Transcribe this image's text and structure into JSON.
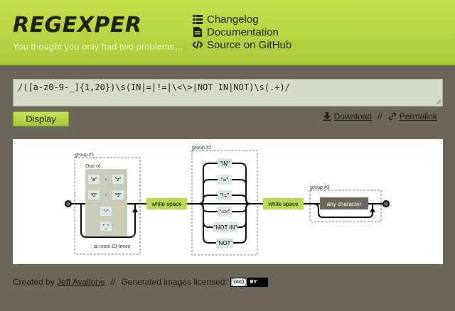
{
  "header": {
    "logo": "REGEXPER",
    "tagline": "You thought you only had two problems…",
    "nav": [
      {
        "label": "Changelog",
        "icon": "list-icon"
      },
      {
        "label": "Documentation",
        "icon": "document-icon"
      },
      {
        "label": "Source on GitHub",
        "icon": "code-icon"
      }
    ]
  },
  "regex": {
    "value": "/([a-z0-9-_]{1,20})\\s(IN|=|!=|\\<\\>|NOT IN|NOT)\\s(.+)/"
  },
  "toolbar": {
    "display_label": "Display",
    "download_label": "Download",
    "permalink_label": "Permalink",
    "separator": "//"
  },
  "diagram": {
    "group1": {
      "label": "group #1",
      "one_of_label": "One of:",
      "ranges": [
        {
          "from": "\"a\"",
          "to": "\"z\""
        },
        {
          "from": "\"0\"",
          "to": "\"9\""
        }
      ],
      "dash_char": "\"-\"",
      "underscore_char": "\"_\"",
      "range_sep": "-",
      "repeat_label": "at most 19 times"
    },
    "whitespace_label": "white space",
    "group2": {
      "label": "group #2",
      "options": [
        "\"IN\"",
        "\"=\"",
        "\"!=\"",
        "\"<>\"",
        "\"NOT IN\"",
        "\"NOT\""
      ]
    },
    "group3": {
      "label": "group #3",
      "any_char_label": "any character"
    }
  },
  "footer": {
    "created_by": "Created by",
    "author": "Jeff Avallone",
    "separator": "//",
    "license_text": "Generated images licensed:",
    "badge_cc": "(cc)",
    "badge_by": "BY"
  },
  "colors": {
    "header_green": "#b5d241",
    "background": "#6b6659",
    "literal_fill": "#dae9e5",
    "charset_fill": "#cbcbba",
    "whitespace_fill": "#bada55",
    "anychar_fill": "#6b6659"
  }
}
